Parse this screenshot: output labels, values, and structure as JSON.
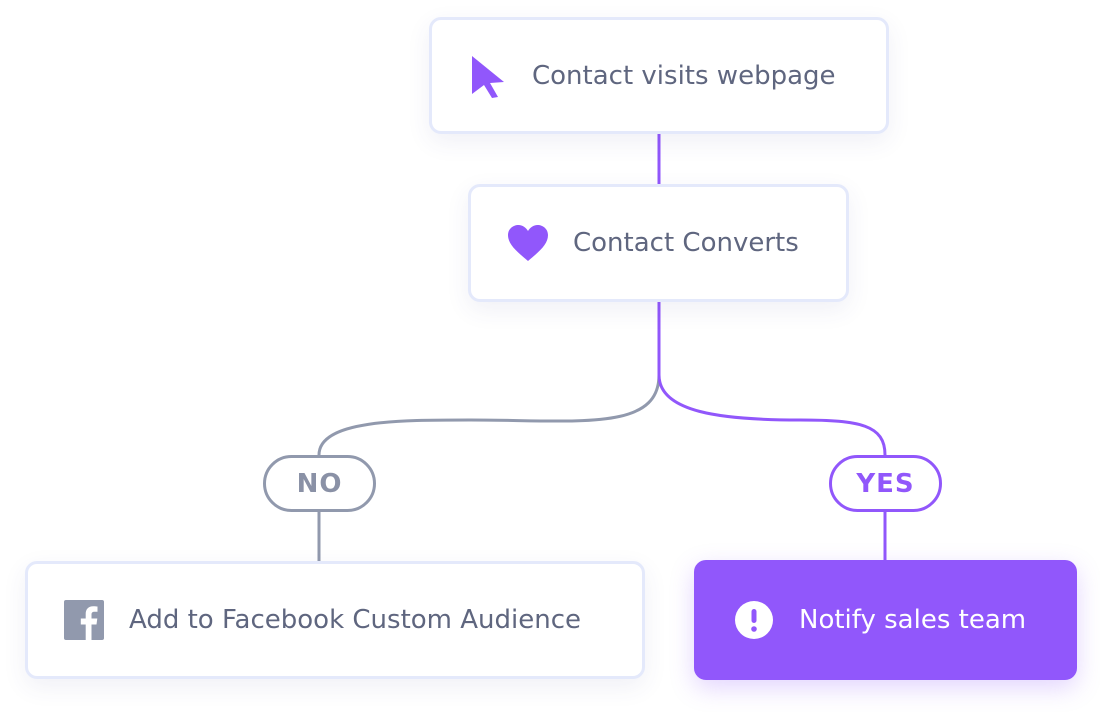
{
  "colors": {
    "accent": "#9157fb",
    "neutral": "#9199ad",
    "text": "#5f667f",
    "card_border": "#e4e9fb"
  },
  "nodes": {
    "visit": {
      "label": "Contact visits webpage",
      "icon": "cursor-arrow-icon"
    },
    "convert": {
      "label": "Contact Converts",
      "icon": "heart-icon"
    },
    "facebook": {
      "label": "Add to Facebook Custom Audience",
      "icon": "facebook-icon"
    },
    "notify": {
      "label": "Notify sales team",
      "icon": "exclamation-circle-icon"
    }
  },
  "branches": {
    "no": {
      "label": "NO"
    },
    "yes": {
      "label": "YES"
    }
  }
}
